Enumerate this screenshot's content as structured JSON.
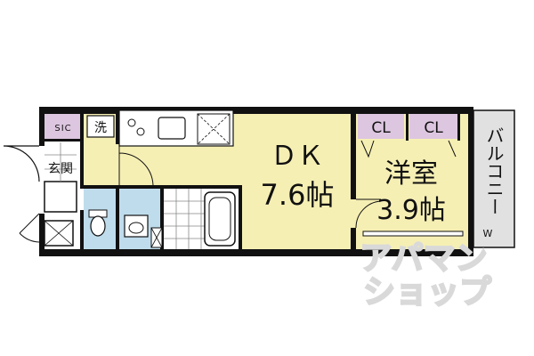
{
  "rooms": {
    "sic": "SIC",
    "laundry": "洗",
    "entrance": "玄関",
    "dk_name": "ＤＫ",
    "dk_size": "7.6帖",
    "western_name": "洋室",
    "western_size": "3.9帖",
    "closet_1": "CL",
    "closet_2": "CL",
    "balcony": "バルコニー"
  },
  "watermark": {
    "line1": "アパマン",
    "line2": "ショップ",
    "small": "W"
  },
  "colors": {
    "dk_floor": "#f6efb4",
    "western_floor": "#f6efb4",
    "closet": "#ddc6e0",
    "sic": "#ddc6e0",
    "wet_area": "#bfdcec",
    "balcony": "#e1e1e1",
    "wall": "#111111"
  }
}
